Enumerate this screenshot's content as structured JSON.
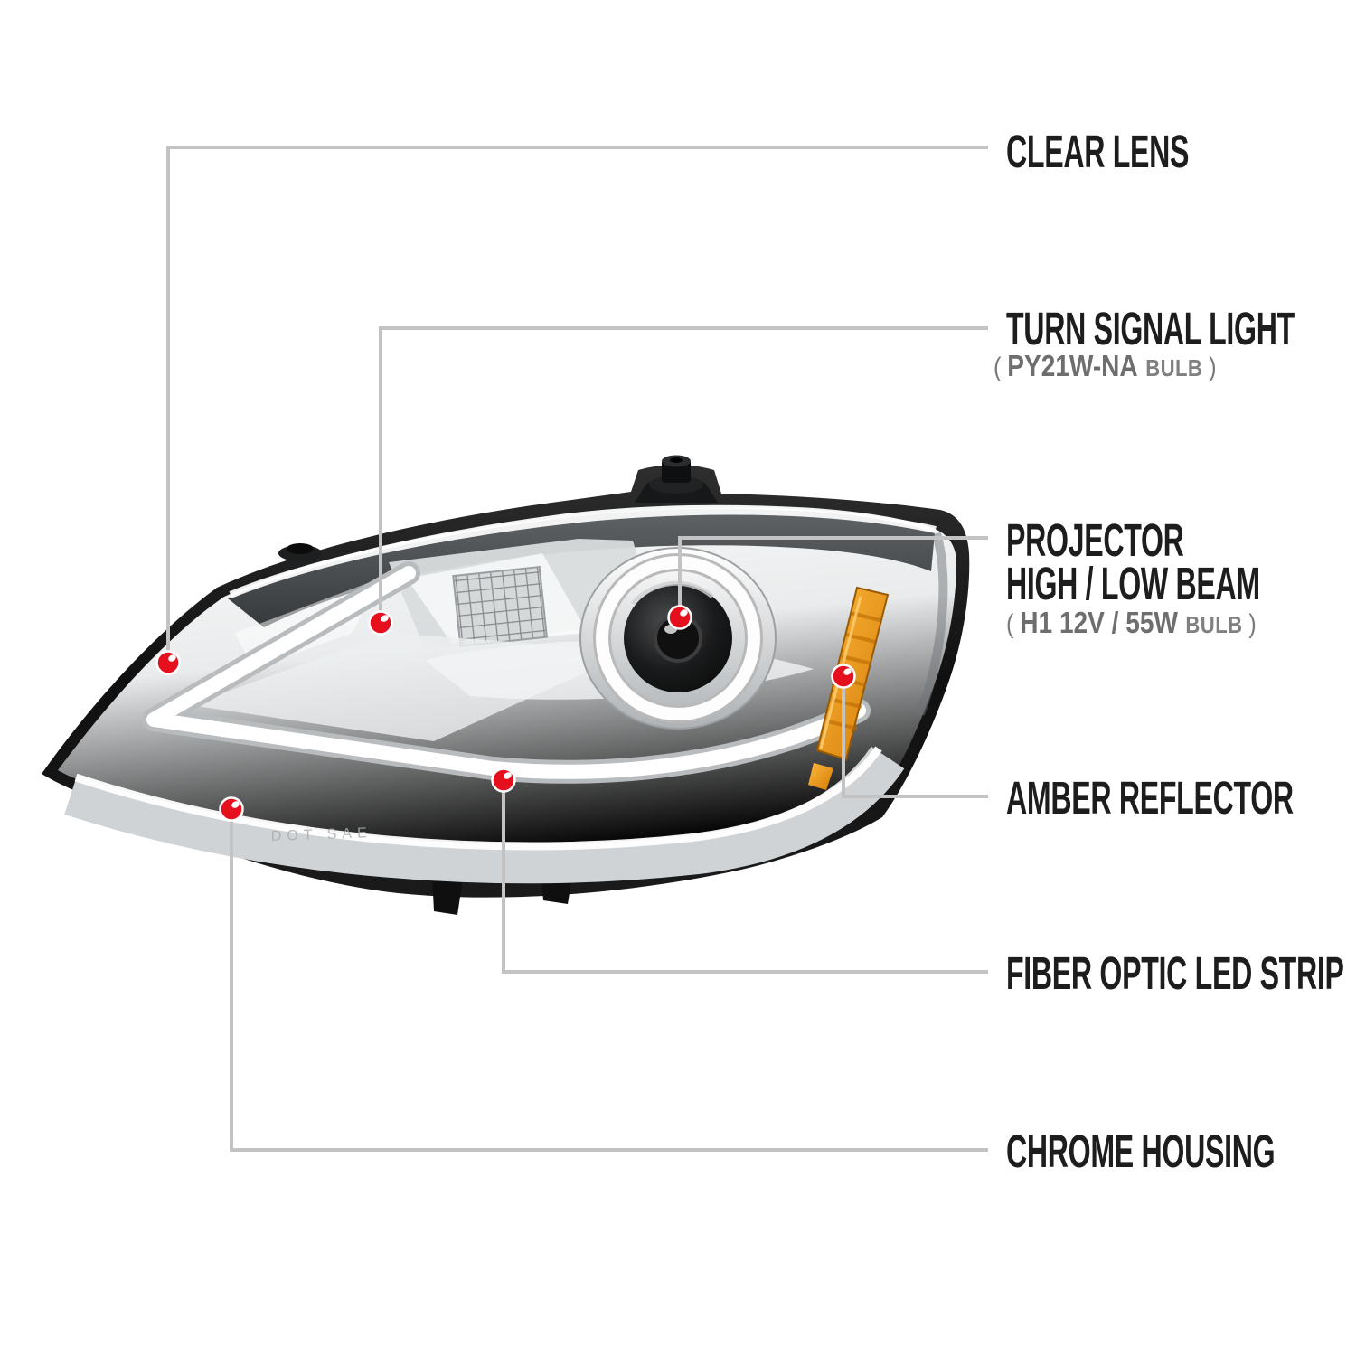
{
  "palette": {
    "background": "#ffffff",
    "label_color": "#1d1d1d",
    "sublabel_color": "#6e6e6e",
    "line_color": "#c3c3c3",
    "dot_color": "#e60f1e",
    "amber_color": "#f09d1c",
    "housing_black": "#121212"
  },
  "callouts": {
    "clear_lens": {
      "label": "CLEAR LENS"
    },
    "turn_signal": {
      "label": "TURN SIGNAL LIGHT",
      "open": "(",
      "code": "PY21W-NA",
      "word": "BULB",
      "close": ")"
    },
    "projector": {
      "line1": "PROJECTOR",
      "line2": "HIGH / LOW BEAM",
      "open": "(",
      "code": "H1 12V / 55W",
      "word": "BULB",
      "close": ")"
    },
    "amber_reflector": {
      "label": "AMBER REFLECTOR"
    },
    "fiber_optic": {
      "label": "FIBER OPTIC LED STRIP"
    },
    "chrome_housing": {
      "label": "CHROME HOUSING"
    }
  },
  "lens_marking": "DOT SAE"
}
